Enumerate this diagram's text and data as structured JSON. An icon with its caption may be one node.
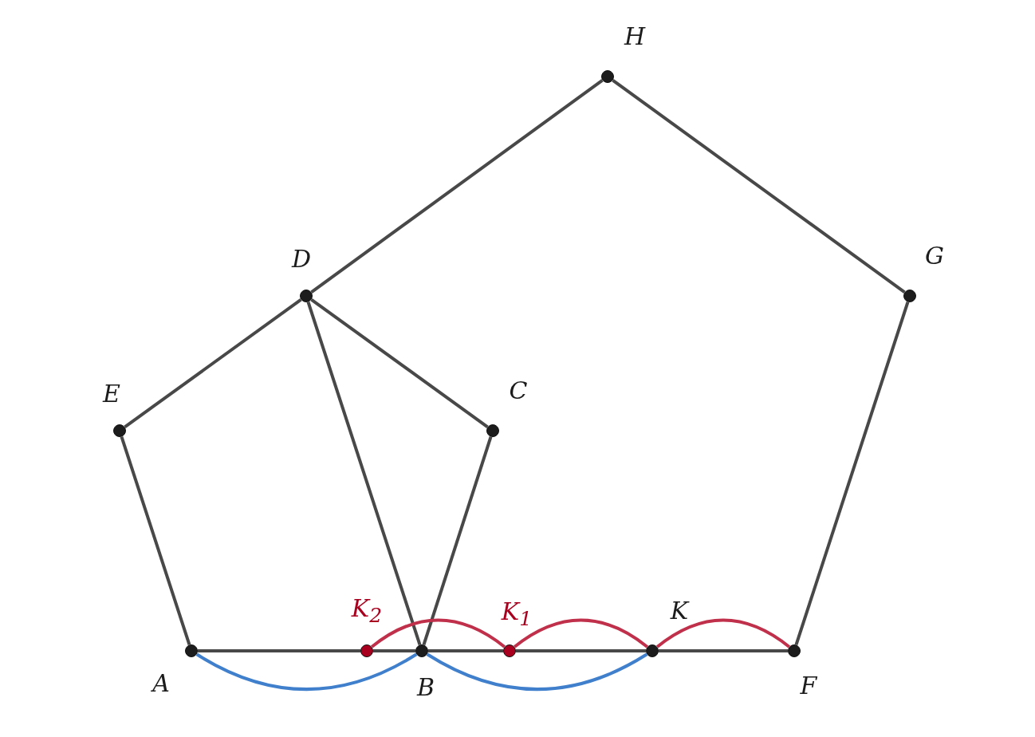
{
  "diagram": {
    "nodes": [
      {
        "text": [
          "H"
        ]
      },
      {
        "text": [
          "D"
        ]
      },
      {
        "text": [
          "G"
        ]
      },
      {
        "text": [
          "E"
        ]
      },
      {
        "text": [
          "C"
        ]
      },
      {
        "text": [
          "K$_{2}$"
        ]
      },
      {
        "text": [
          "K$_{1}$"
        ]
      },
      {
        "text": [
          "K"
        ]
      },
      {
        "text": [
          "A"
        ]
      },
      {
        "text": [
          "B"
        ]
      },
      {
        "text": [
          "F"
        ]
      }
    ],
    "edges": [
      {
        "from": 1,
        "to": 0,
        "arrow": "none"
      },
      {
        "from": 0,
        "to": 2,
        "arrow": "none"
      },
      {
        "from": 3,
        "to": 1,
        "arrow": "none"
      },
      {
        "from": 1,
        "to": 4,
        "arrow": "none"
      },
      {
        "from": 1,
        "to": 9,
        "arrow": "none"
      },
      {
        "from": 4,
        "to": 9,
        "arrow": "none"
      },
      {
        "from": 8,
        "to": 3,
        "arrow": "none"
      },
      {
        "from": 2,
        "to": 10,
        "arrow": "none"
      },
      {
        "from": 8,
        "to": 5,
        "arrow": "none"
      },
      {
        "from": 5,
        "to": 9,
        "arrow": "none"
      },
      {
        "from": 9,
        "to": 6,
        "arrow": "none"
      },
      {
        "from": 6,
        "to": 7,
        "arrow": "none"
      },
      {
        "from": 7,
        "to": 10,
        "arrow": "none"
      },
      {
        "from": 5,
        "to": 6,
        "arrow": "none",
        "color": "#c0304a"
      },
      {
        "from": 6,
        "to": 7,
        "arrow": "none",
        "color": "#c0304a"
      },
      {
        "from": 7,
        "to": 10,
        "arrow": "none",
        "color": "#c0304a"
      },
      {
        "from": 8,
        "to": 9,
        "arrow": "none",
        "color": "#3f7fcc"
      },
      {
        "from": 9,
        "to": 7,
        "arrow": "none",
        "color": "#3f7fcc"
      }
    ]
  }
}
